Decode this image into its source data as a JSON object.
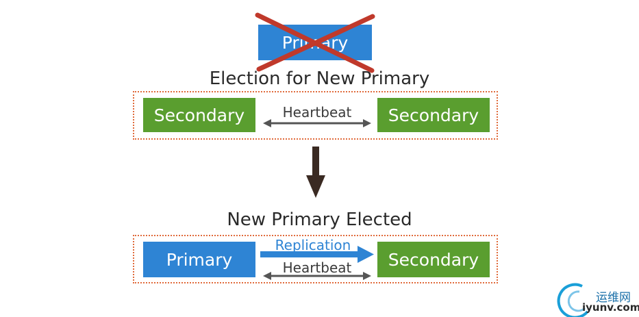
{
  "old_primary": {
    "label": "Primary"
  },
  "section_top": {
    "title": "Election for New Primary",
    "left_node": "Secondary",
    "right_node": "Secondary",
    "link_label": "Heartbeat"
  },
  "section_bottom": {
    "title": "New Primary Elected",
    "left_node": "Primary",
    "right_node": "Secondary",
    "replication_label": "Replication",
    "heartbeat_label": "Heartbeat"
  },
  "watermark": {
    "cn_text": "运维网",
    "domain": "iyunv.com"
  },
  "colors": {
    "primary_blue": "#2e84d4",
    "secondary_green": "#5a9e2f",
    "cross_red": "#c0392b",
    "dotted_border": "#e06a3a",
    "arrow_gray": "#555555",
    "down_arrow": "#3a2a22"
  }
}
